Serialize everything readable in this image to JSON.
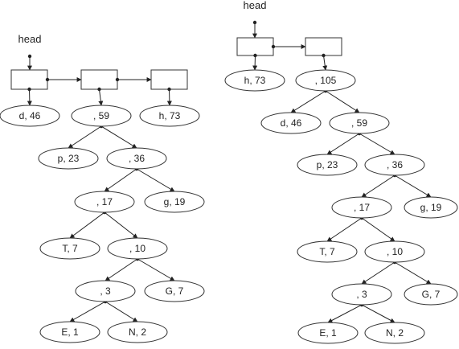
{
  "diagrams": [
    {
      "id": "left",
      "head_label": "head",
      "list_node_count": 3,
      "tree_nodes": [
        {
          "id": "L1",
          "label": "d, 46"
        },
        {
          "id": "L2",
          "label": ", 59"
        },
        {
          "id": "L3",
          "label": "h, 73"
        },
        {
          "id": "L4",
          "label": "p, 23"
        },
        {
          "id": "L5",
          "label": ", 36"
        },
        {
          "id": "L6",
          "label": ", 17"
        },
        {
          "id": "L7",
          "label": "g, 19"
        },
        {
          "id": "L8",
          "label": "T, 7"
        },
        {
          "id": "L9",
          "label": ", 10"
        },
        {
          "id": "L10",
          "label": ", 3"
        },
        {
          "id": "L11",
          "label": "G, 7"
        },
        {
          "id": "L12",
          "label": "E, 1"
        },
        {
          "id": "L13",
          "label": "N, 2"
        }
      ],
      "tree_edges": [
        [
          "L2",
          "L4"
        ],
        [
          "L2",
          "L5"
        ],
        [
          "L5",
          "L6"
        ],
        [
          "L5",
          "L7"
        ],
        [
          "L6",
          "L8"
        ],
        [
          "L6",
          "L9"
        ],
        [
          "L9",
          "L10"
        ],
        [
          "L9",
          "L11"
        ],
        [
          "L10",
          "L12"
        ],
        [
          "L10",
          "L13"
        ]
      ]
    },
    {
      "id": "right",
      "head_label": "head",
      "list_node_count": 2,
      "tree_nodes": [
        {
          "id": "R1",
          "label": "h, 73"
        },
        {
          "id": "R2",
          "label": ", 105"
        },
        {
          "id": "R3",
          "label": "d, 46"
        },
        {
          "id": "R4",
          "label": ", 59"
        },
        {
          "id": "R5",
          "label": "p, 23"
        },
        {
          "id": "R6",
          "label": ", 36"
        },
        {
          "id": "R7",
          "label": ", 17"
        },
        {
          "id": "R8",
          "label": "g, 19"
        },
        {
          "id": "R9",
          "label": "T, 7"
        },
        {
          "id": "R10",
          "label": ", 10"
        },
        {
          "id": "R11",
          "label": ", 3"
        },
        {
          "id": "R12",
          "label": "G, 7"
        },
        {
          "id": "R13",
          "label": "E, 1"
        },
        {
          "id": "R14",
          "label": "N, 2"
        }
      ],
      "tree_edges": [
        [
          "R2",
          "R3"
        ],
        [
          "R2",
          "R4"
        ],
        [
          "R4",
          "R5"
        ],
        [
          "R4",
          "R6"
        ],
        [
          "R6",
          "R7"
        ],
        [
          "R6",
          "R8"
        ],
        [
          "R7",
          "R9"
        ],
        [
          "R7",
          "R10"
        ],
        [
          "R10",
          "R11"
        ],
        [
          "R10",
          "R12"
        ],
        [
          "R11",
          "R13"
        ],
        [
          "R11",
          "R14"
        ]
      ]
    }
  ]
}
